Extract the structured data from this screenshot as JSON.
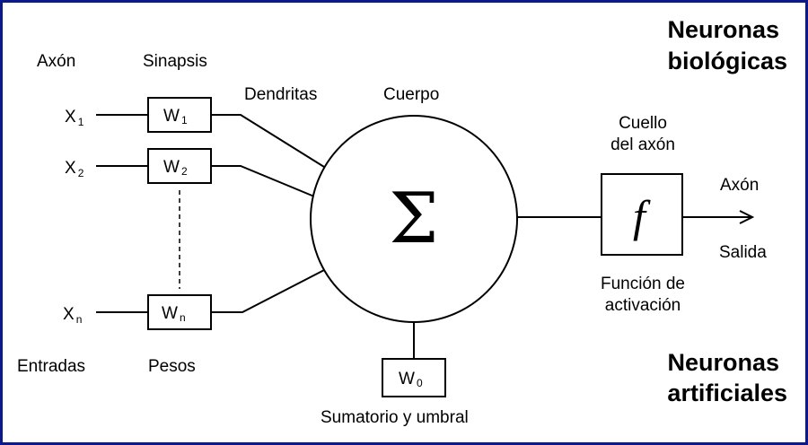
{
  "colors": {
    "frame_border": "#0a1a8c",
    "ink": "#000000",
    "background": "#ffffff"
  },
  "labels": {
    "axon_top": "Axón",
    "sinapsis": "Sinapsis",
    "dendritas": "Dendritas",
    "cuerpo": "Cuerpo",
    "cuello_line1": "Cuello",
    "cuello_line2": "del axón",
    "axon_output": "Axón",
    "salida": "Salida",
    "funcion_line1": "Función de",
    "funcion_line2": "activación",
    "entradas": "Entradas",
    "pesos": "Pesos",
    "sumatorio": "Sumatorio y umbral"
  },
  "titles": {
    "biological_line1": "Neuronas",
    "biological_line2": "biológicas",
    "artificial_line1": "Neuronas",
    "artificial_line2": "artificiales"
  },
  "inputs": [
    {
      "name": "X",
      "sub": "1",
      "weight": "W",
      "weight_sub": "1"
    },
    {
      "name": "X",
      "sub": "2",
      "weight": "W",
      "weight_sub": "2"
    },
    {
      "name": "X",
      "sub": "n",
      "weight": "W",
      "weight_sub": "n"
    }
  ],
  "threshold": {
    "name": "W",
    "sub": "0"
  },
  "sum_symbol": "Σ",
  "activation_symbol": "f"
}
